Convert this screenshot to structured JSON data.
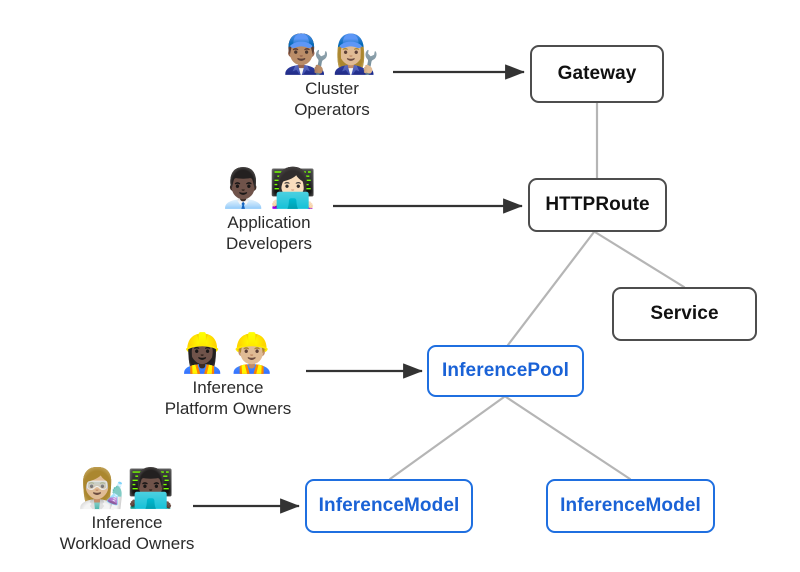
{
  "diagram": {
    "title": "Gateway API Inference Extension personas and resources",
    "background": "#ffffff",
    "colors": {
      "box_gray_border": "#4d4d4d",
      "box_blue_border": "#1f6fe0",
      "box_blue_text": "#1a62d6",
      "connector_gray": "#b5b5b5",
      "arrow_dark": "#333333",
      "caption_text": "#2b2b2b"
    }
  },
  "actors": [
    {
      "id": "cluster-operators",
      "emojis": "👨🏽‍🔧👩🏼‍🔧",
      "emoji_names": "man-mechanic-icon woman-mechanic-icon",
      "line1": "Cluster",
      "line2": "Operators"
    },
    {
      "id": "application-developers",
      "emojis": "👨🏿‍💼👩🏻‍💻",
      "emoji_names": "man-office-worker-icon woman-technologist-icon",
      "line1": "Application",
      "line2": "Developers"
    },
    {
      "id": "inference-platform-owners",
      "emojis": "👷🏿‍♀️👷🏼‍♂️",
      "emoji_names": "woman-construction-worker-icon man-construction-worker-icon",
      "line1": "Inference",
      "line2": "Platform Owners"
    },
    {
      "id": "inference-workload-owners",
      "emojis": "👩🏼‍🔬👨🏿‍💻",
      "emoji_names": "woman-scientist-icon man-technologist-icon",
      "line1": "Inference",
      "line2": "Workload Owners"
    }
  ],
  "nodes": [
    {
      "id": "gateway",
      "label": "Gateway",
      "style": "gray"
    },
    {
      "id": "httproute",
      "label": "HTTPRoute",
      "style": "gray"
    },
    {
      "id": "service",
      "label": "Service",
      "style": "gray"
    },
    {
      "id": "inferencepool",
      "label": "InferencePool",
      "style": "blue"
    },
    {
      "id": "inferencemodel-left",
      "label": "InferenceModel",
      "style": "blue"
    },
    {
      "id": "inferencemodel-right",
      "label": "InferenceModel",
      "style": "blue"
    }
  ],
  "edges": [
    {
      "id": "cluster-operators-to-gateway",
      "kind": "arrow",
      "from": "cluster-operators",
      "to": "gateway"
    },
    {
      "id": "application-developers-to-httproute",
      "kind": "arrow",
      "from": "application-developers",
      "to": "httproute"
    },
    {
      "id": "inference-platform-owners-to-inferencepool",
      "kind": "arrow",
      "from": "inference-platform-owners",
      "to": "inferencepool"
    },
    {
      "id": "inference-workload-owners-to-inferencemodel",
      "kind": "arrow",
      "from": "inference-workload-owners",
      "to": "inferencemodel-left"
    },
    {
      "id": "gateway-to-httproute",
      "kind": "link",
      "from": "gateway",
      "to": "httproute"
    },
    {
      "id": "httproute-to-service",
      "kind": "link",
      "from": "httproute",
      "to": "service"
    },
    {
      "id": "httproute-to-inferencepool",
      "kind": "link",
      "from": "httproute",
      "to": "inferencepool"
    },
    {
      "id": "inferencepool-to-inferencemodel-left",
      "kind": "link",
      "from": "inferencepool",
      "to": "inferencemodel-left"
    },
    {
      "id": "inferencepool-to-inferencemodel-right",
      "kind": "link",
      "from": "inferencepool",
      "to": "inferencemodel-right"
    }
  ]
}
